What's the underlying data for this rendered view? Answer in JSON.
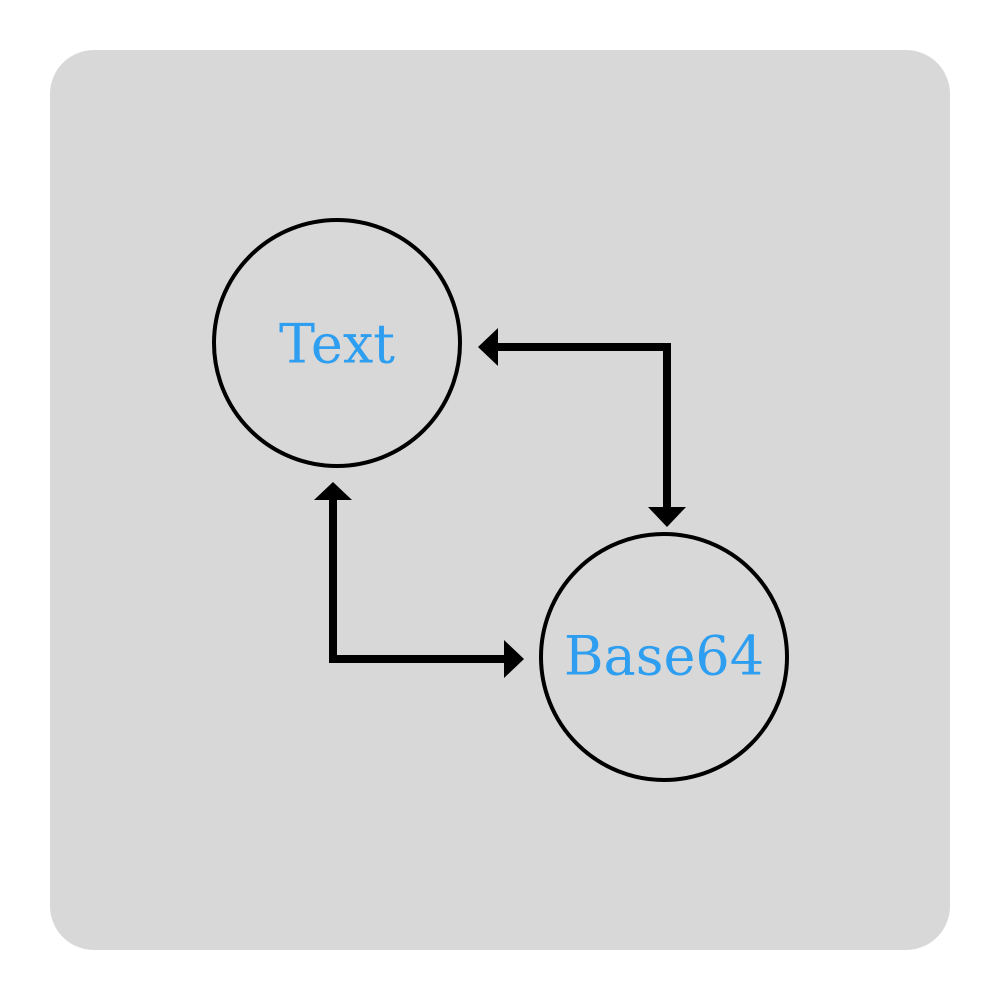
{
  "diagram": {
    "nodes": [
      {
        "id": "text",
        "label": "Text"
      },
      {
        "id": "base64",
        "label": "Base64"
      }
    ],
    "edges": [
      {
        "from": "base64",
        "to": "text",
        "direction": "bidirectional"
      },
      {
        "from": "text",
        "to": "base64",
        "direction": "bidirectional"
      }
    ]
  },
  "colors": {
    "panel_background": "#d8d8d8",
    "node_label": "#2e9ef0",
    "stroke": "#000000"
  }
}
